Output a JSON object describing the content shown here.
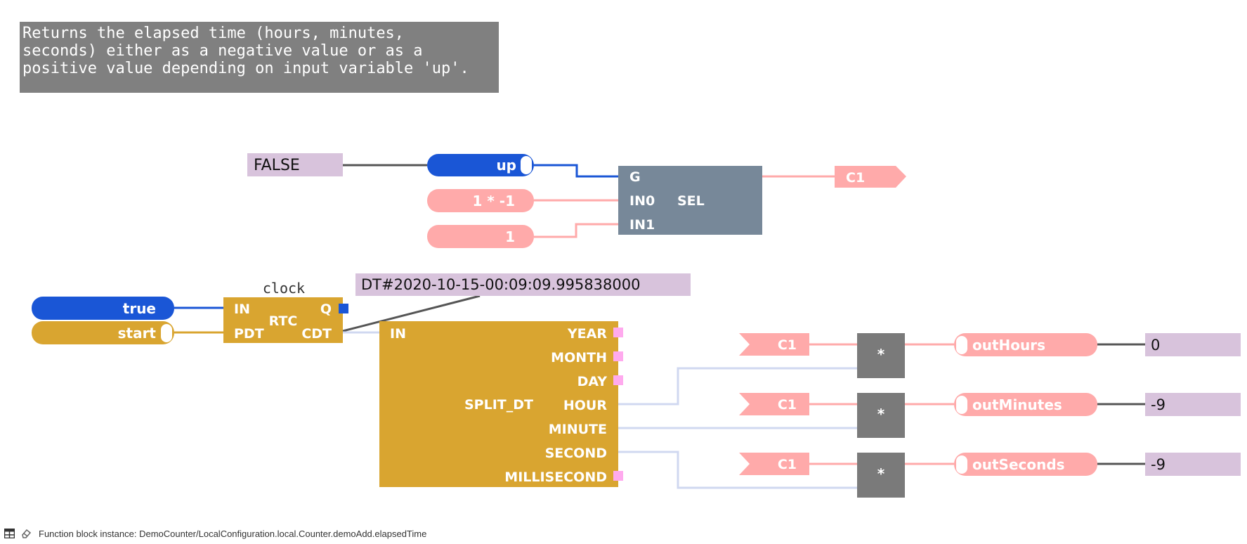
{
  "comment": "Returns the elapsed time (hours, minutes,\nseconds) either as a negative value or as a\npositive value depending on input variable 'up'.",
  "sel_section": {
    "false_literal": "FALSE",
    "up_var": "up",
    "in0_expr": "1 * -1",
    "in1_expr": "1",
    "sel_block": {
      "type": "SEL",
      "pin_g": "G",
      "pin_in0": "IN0",
      "pin_in1": "IN1"
    },
    "output_connector": "C1"
  },
  "rtc_section": {
    "instance_name": "clock",
    "true_literal": "true",
    "start_var": "start",
    "rtc_block": {
      "type": "RTC",
      "pin_in": "IN",
      "pin_pdt": "PDT",
      "pin_q": "Q",
      "pin_cdt": "CDT"
    },
    "cdt_value": "DT#2020-10-15-00:09:09.995838000"
  },
  "split_block": {
    "type": "SPLIT_DT",
    "pin_in": "IN",
    "outputs": [
      "YEAR",
      "MONTH",
      "DAY",
      "HOUR",
      "MINUTE",
      "SECOND",
      "MILLISECOND"
    ]
  },
  "mult_rows": [
    {
      "connector": "C1",
      "operator": "*",
      "output_var": "outHours",
      "value": "0"
    },
    {
      "connector": "C1",
      "operator": "*",
      "output_var": "outMinutes",
      "value": "-9"
    },
    {
      "connector": "C1",
      "operator": "*",
      "output_var": "outSeconds",
      "value": "-9"
    }
  ],
  "status_bar": {
    "text": "Function block instance: DemoCounter/LocalConfiguration.local.Counter.demoAdd.elapsedTime",
    "icons": [
      "table-icon",
      "eraser-icon"
    ]
  },
  "colors": {
    "comment_bg": "#808080",
    "literal_bg": "#d8c3dc",
    "bool_var": "#1a56d6",
    "time_var": "#d9a530",
    "int_var": "#ffaaaa",
    "sel_block": "#778899",
    "mult_block": "#7a7a7a",
    "wire_dark": "#555555",
    "wire_light": "#d0d8f0"
  }
}
